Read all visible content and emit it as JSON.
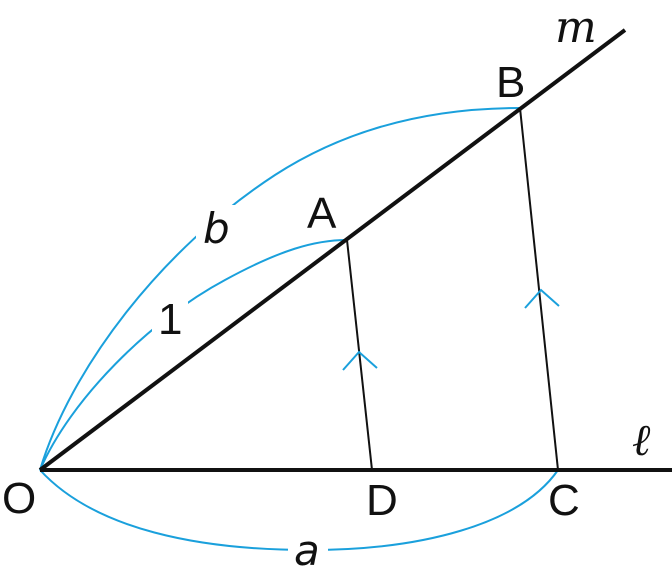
{
  "points": {
    "O": "O",
    "A": "A",
    "B": "B",
    "C": "C",
    "D": "D"
  },
  "lines": {
    "l": "ℓ",
    "m": "m"
  },
  "lengths": {
    "OA": "1",
    "OB": "b",
    "OC": "a"
  },
  "colors": {
    "line": "#111111",
    "arc": "#1aa0dc"
  }
}
